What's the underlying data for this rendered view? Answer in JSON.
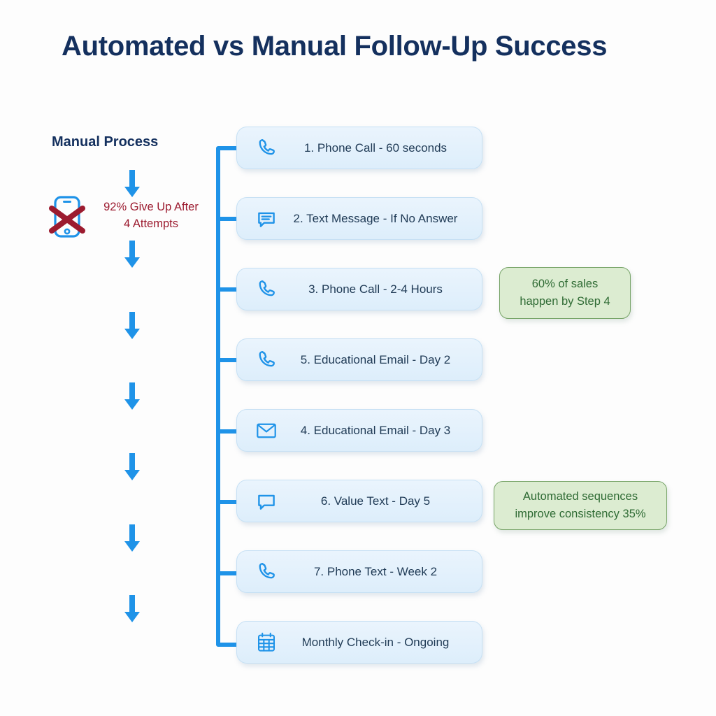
{
  "page": {
    "title": "Automated vs Manual Follow-Up Success",
    "background_color": "#fdfdfd",
    "title_color": "#14305e",
    "accent_blue": "#1f93e8",
    "box_text_color": "#1f3a55",
    "warning_color": "#9c1b2f",
    "callout_text_color": "#2f6b34",
    "callout_fill": "#dcecd1",
    "callout_border": "#77a468"
  },
  "left_column": {
    "section_label": "Manual Process",
    "warning_icon": "phone-crossed-out-icon",
    "warning_text_line1": "92% Give Up After",
    "warning_text_line2": "4 Attempts"
  },
  "flow": {
    "steps": [
      {
        "label": "1. Phone Call - 60 seconds",
        "icon": "phone-icon"
      },
      {
        "label": "2. Text Message - If No Answer",
        "icon": "chat-lines-icon"
      },
      {
        "label": "3. Phone Call - 2-4 Hours",
        "icon": "phone-icon"
      },
      {
        "label": "5. Educational Email - Day 2",
        "icon": "phone-icon"
      },
      {
        "label": "4. Educational Email - Day 3",
        "icon": "envelope-icon"
      },
      {
        "label": "6. Value Text - Day 5",
        "icon": "chat-bubble-icon"
      },
      {
        "label": "7. Phone Text - Week 2",
        "icon": "phone-icon"
      },
      {
        "label": "Monthly Check-in - Ongoing",
        "icon": "calendar-icon"
      }
    ],
    "connector_icon": "down-arrow-icon"
  },
  "callouts": [
    {
      "line1": "60% of sales",
      "line2": "happen by Step 4"
    },
    {
      "line1": "Automated sequences",
      "line2": "improve consistency 35%"
    }
  ]
}
